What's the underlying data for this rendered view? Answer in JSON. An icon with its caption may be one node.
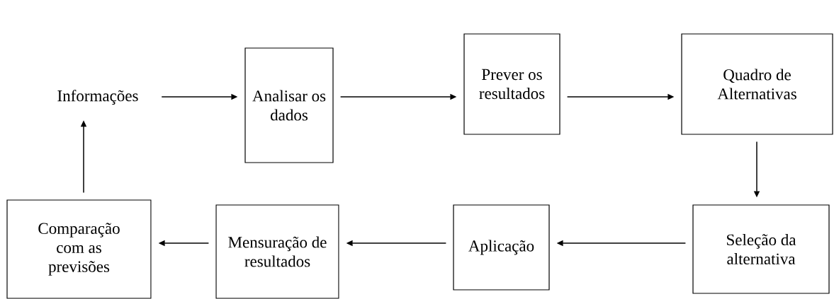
{
  "diagram": {
    "nodes": [
      {
        "text": [
          "Informações"
        ]
      },
      {
        "text": [
          "Analisar os dados"
        ]
      },
      {
        "text": [
          "Prever os resultados"
        ]
      },
      {
        "text": [
          "Quadro de Alternativas"
        ]
      },
      {
        "text": [
          "Seleção da alternativa"
        ]
      },
      {
        "text": [
          "Aplicação"
        ]
      },
      {
        "text": [
          "Mensuração de resultados"
        ]
      },
      {
        "text": [
          "Comparação com as previsões"
        ]
      }
    ],
    "edges": [
      {
        "from": 0,
        "to": 1,
        "arrow": "to"
      },
      {
        "from": 1,
        "to": 2,
        "arrow": "to"
      },
      {
        "from": 2,
        "to": 3,
        "arrow": "to"
      },
      {
        "from": 3,
        "to": 4,
        "arrow": "to"
      },
      {
        "from": 4,
        "to": 5,
        "arrow": "to"
      },
      {
        "from": 5,
        "to": 6,
        "arrow": "to"
      },
      {
        "from": 6,
        "to": 7,
        "arrow": "to"
      },
      {
        "from": 7,
        "to": 0,
        "arrow": "to"
      }
    ]
  }
}
